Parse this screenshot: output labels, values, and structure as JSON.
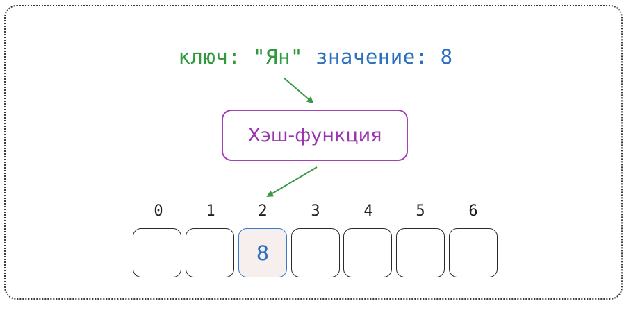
{
  "input": {
    "key_label": "ключ: \"Ян\"",
    "value_label": "значение: 8"
  },
  "hash_function": {
    "label": "Хэш-функция"
  },
  "table": {
    "indices": [
      "0",
      "1",
      "2",
      "3",
      "4",
      "5",
      "6"
    ],
    "buckets": [
      "",
      "",
      "8",
      "",
      "",
      "",
      ""
    ],
    "highlighted_index": 2
  },
  "colors": {
    "key": "#2e9a3c",
    "value": "#2b6fc0",
    "hash_border": "#a33fb8",
    "arrow": "#3a9a44",
    "filled_bucket_bg": "#f6efed",
    "filled_bucket_border": "#3a79c8"
  }
}
